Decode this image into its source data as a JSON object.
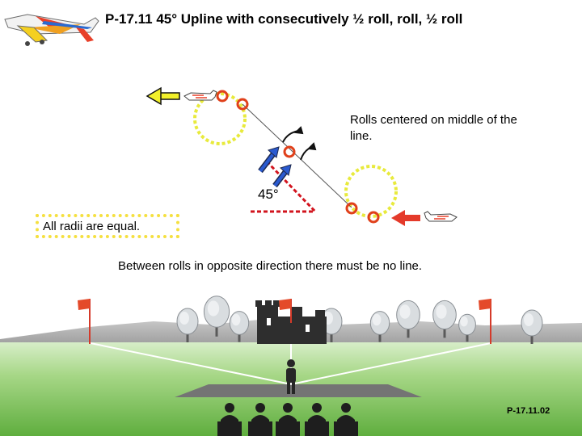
{
  "title": "P-17.11 45° Upline with consecutively ½ roll, roll, ½ roll",
  "notes": {
    "rolls_centered": "Rolls centered on middle of the line.",
    "radii_equal": "All radii are equal.",
    "between_rolls": "Between rolls in opposite direction there must be no line."
  },
  "angle_label": "45°",
  "figure_code": "P-17.11.02",
  "colors": {
    "loop": "#e8ea3c",
    "roll_marker": "#e0401a",
    "entry_arrow": "#e43a2a",
    "exit_arrow": "#f2f02a",
    "roll_arrow": "#2a5ad0",
    "angle_reference": "#d2141e",
    "sky": "#ffffff",
    "grass": "#8ecb64",
    "runway": "#707070"
  },
  "icons": [
    "model-airplane-icon",
    "airplane-icon",
    "flag-icon",
    "tree-icon",
    "castle-icon",
    "pilot-icon",
    "judge-icon"
  ]
}
